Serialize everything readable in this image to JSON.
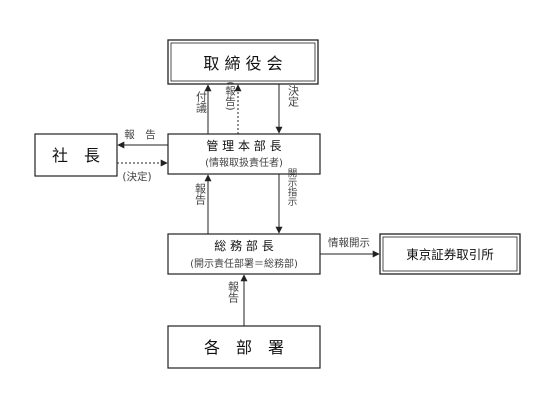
{
  "nodes": {
    "board": {
      "label": "取 締 役 会"
    },
    "president": {
      "label": "社　長"
    },
    "management": {
      "label": "管 理 本 部 長",
      "sublabel": "(情報取扱責任者)"
    },
    "general_affairs": {
      "label": "総 務 部 長",
      "sublabel": "(開示責任部署＝総務部)"
    },
    "tse": {
      "label": "東京証券取引所"
    },
    "departments": {
      "label": "各　部　署"
    }
  },
  "edges": {
    "refer": {
      "label": "付議"
    },
    "report_to_board": {
      "label": "(報告)"
    },
    "decision": {
      "label": "決定"
    },
    "report_to_president": {
      "label": "報　告"
    },
    "decision_from_president": {
      "label": "(決定)"
    },
    "report_up": {
      "label": "報告"
    },
    "disclosure_instruction": {
      "label": "開示指示"
    },
    "disclosure": {
      "label": "情報開示"
    },
    "report_from_departments": {
      "label": "報告"
    }
  }
}
